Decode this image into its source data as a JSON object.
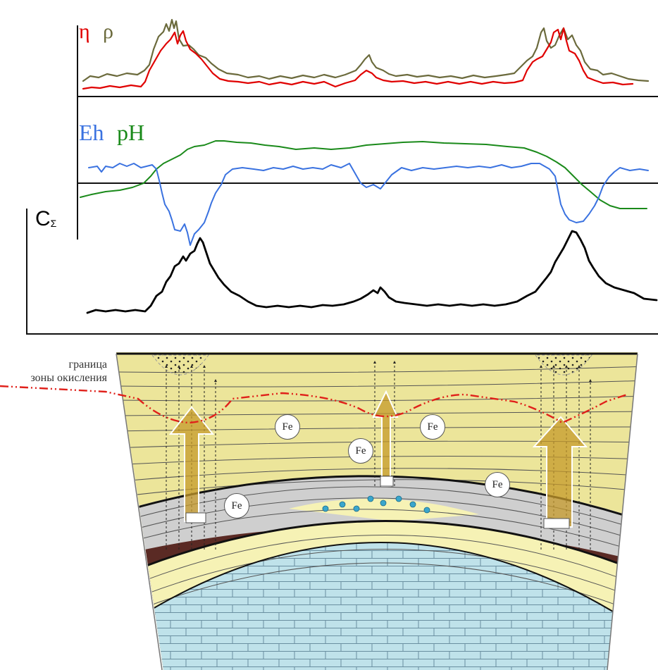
{
  "labels": {
    "eta": "η",
    "rho": "ρ",
    "eh": "Eh",
    "ph": "pH",
    "c_main": "C",
    "c_sub": "Σ",
    "oxidation_line1": "граница",
    "oxidation_line2": "зоны окисления",
    "fe": "Fe"
  },
  "colors": {
    "eta": "#e00000",
    "rho": "#6b6a3c",
    "eh": "#3a72e0",
    "ph": "#1a8a1a",
    "c_sum": "#000000",
    "oxidation_boundary": "#e0201a",
    "sediment_yellow": "#ece59a",
    "clay_gray": "#cfcfcf",
    "brown_layer": "#5a2a24",
    "pale_layer": "#f6f2b5",
    "limestone_blue": "#bfe2ea",
    "arrow_fill": "#c69a2a"
  }
}
